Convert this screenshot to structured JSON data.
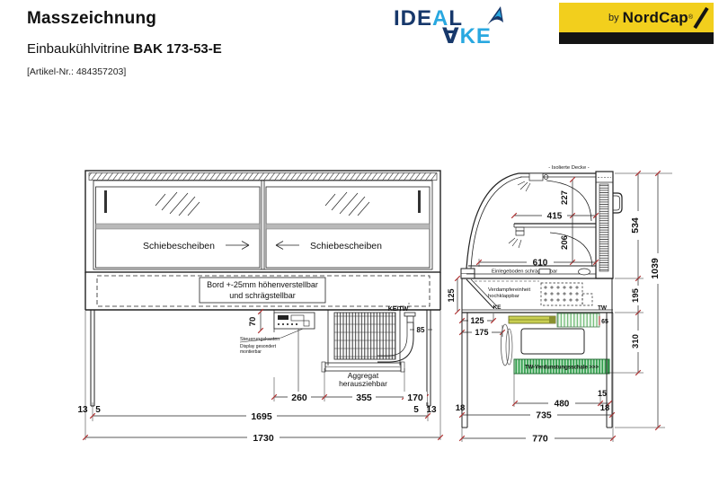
{
  "header": {
    "title": "Masszeichnung",
    "product": "Einbaukühlvitrine ",
    "model": "BAK 173-53-E",
    "article_no": "[Artikel-Nr.: 484357203]"
  },
  "logos": {
    "ideal_ake": {
      "l1a": "IDE",
      "l1b": "A",
      "l1c": "L",
      "l2a": "∀",
      "l2b": "KE"
    },
    "nordcap": {
      "prefix": "by",
      "name": "NordCap",
      "reg": "®"
    }
  },
  "front_view": {
    "labels": {
      "door_left": "Schiebescheiben",
      "door_right": "Schiebescheiben",
      "bord_line1": "Bord +-25mm höhenverstellbar",
      "bord_line2": "und schrägstellbar",
      "control_box": "Steuerungskasten",
      "control_note1": "Display gesondert",
      "control_note2": "montierbar",
      "aggregat_line1": "Aggregat",
      "aggregat_line2": "herausziehbar",
      "ke_tw": "KE/TW"
    },
    "dims": {
      "d70": "70",
      "d85": "85",
      "d260": "260",
      "d355": "355",
      "d170": "170",
      "d1695": "1695",
      "d1730": "1730",
      "left_13": "13",
      "left_5": "5",
      "right_5": "5",
      "right_13": "13"
    }
  },
  "side_view": {
    "labels": {
      "ceiling": "- Isolierte Decke -",
      "shelf_board": "Einlegeboden schrägstellbar",
      "evap_line1": "Verdampfereinheit",
      "evap_line2": "hochklappbar",
      "ke": "KE",
      "tw": "TW",
      "tray": "TW-Verdunstungsschale >>>"
    },
    "dims": {
      "d227": "227",
      "d415": "415",
      "d206": "206",
      "d610": "610",
      "d534": "534",
      "d195": "195",
      "d310": "310",
      "d1039": "1039",
      "d125v": "125",
      "d125h": "125",
      "d175": "175",
      "d65": "65",
      "d480": "480",
      "d15": "15",
      "d18l": "18",
      "d735": "735",
      "d18r": "18",
      "d770": "770"
    }
  },
  "colors": {
    "line": "#222222",
    "dim_tick_red": "#B03030",
    "logo_navy": "#17386B",
    "logo_lightblue": "#29A8E0",
    "nordcap_yellow": "#F2CF1D",
    "gray_band": "#B9B9B9",
    "green_stripe": "#2F9E4B",
    "yellow_green_bar": "#C9CF52"
  }
}
